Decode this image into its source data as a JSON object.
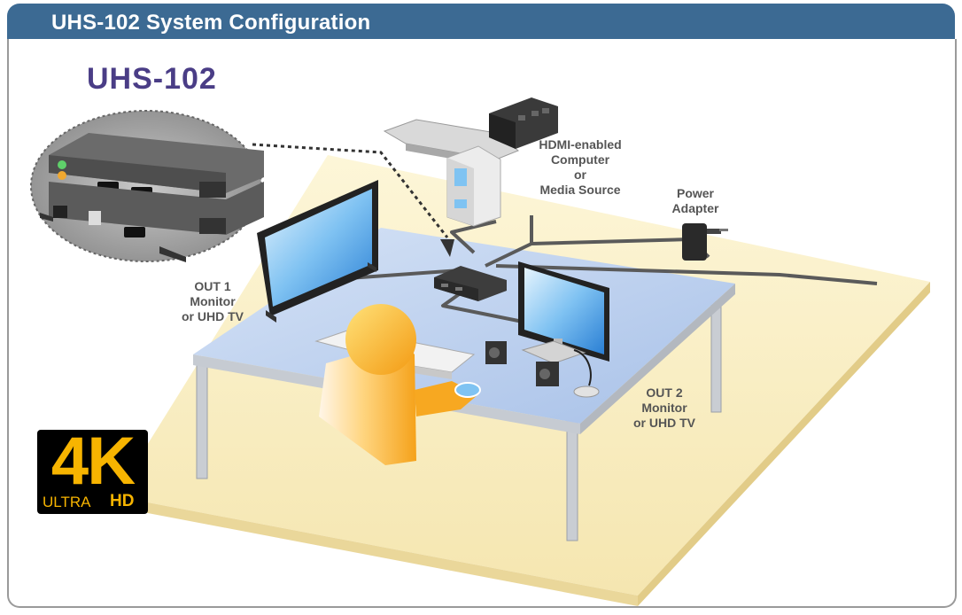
{
  "header": {
    "title": "UHS-102 System Configuration"
  },
  "product": {
    "title": "UHS-102"
  },
  "labels": {
    "source": [
      "HDMI-enabled",
      "Computer",
      "or",
      "Media Source"
    ],
    "power": [
      "Power",
      "Adapter"
    ],
    "out1": [
      "OUT 1",
      "Monitor",
      "or UHD TV"
    ],
    "out2": [
      "OUT 2",
      "Monitor",
      "or UHD TV"
    ]
  },
  "badge": {
    "big": "4K",
    "ultra": "ULTRA",
    "hd": "HD"
  },
  "colors": {
    "header": "#3c6a93",
    "title": "#4a3d86",
    "floor": "#fcf2c8",
    "table": "#b9cfee",
    "cable": "#555555",
    "badge_gold": "#f7b400"
  }
}
